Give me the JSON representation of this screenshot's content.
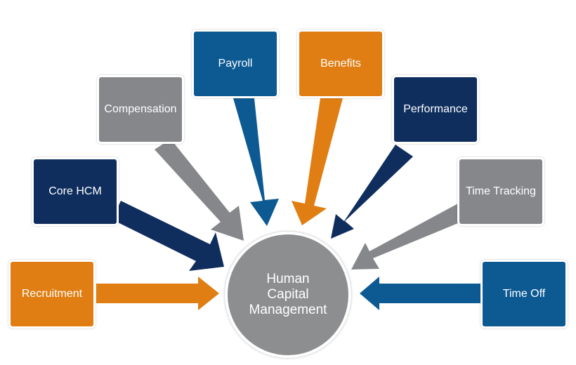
{
  "hub": {
    "line1": "Human",
    "line2": "Capital",
    "line3": "Management",
    "color": "#8d8e90"
  },
  "modules": [
    {
      "id": "recruitment",
      "label": "Recruitment",
      "color": "#e07e13"
    },
    {
      "id": "core-hcm",
      "label": "Core HCM",
      "color": "#0f2e5e"
    },
    {
      "id": "compensation",
      "label": "Compensation",
      "color": "#86878a"
    },
    {
      "id": "payroll",
      "label": "Payroll",
      "color": "#0d5a93"
    },
    {
      "id": "benefits",
      "label": "Benefits",
      "color": "#e07e13"
    },
    {
      "id": "performance",
      "label": "Performance",
      "color": "#0f2e5e"
    },
    {
      "id": "time-tracking",
      "label": "Time Tracking",
      "color": "#86878a"
    },
    {
      "id": "time-off",
      "label": "Time Off",
      "color": "#0d5a93"
    }
  ]
}
